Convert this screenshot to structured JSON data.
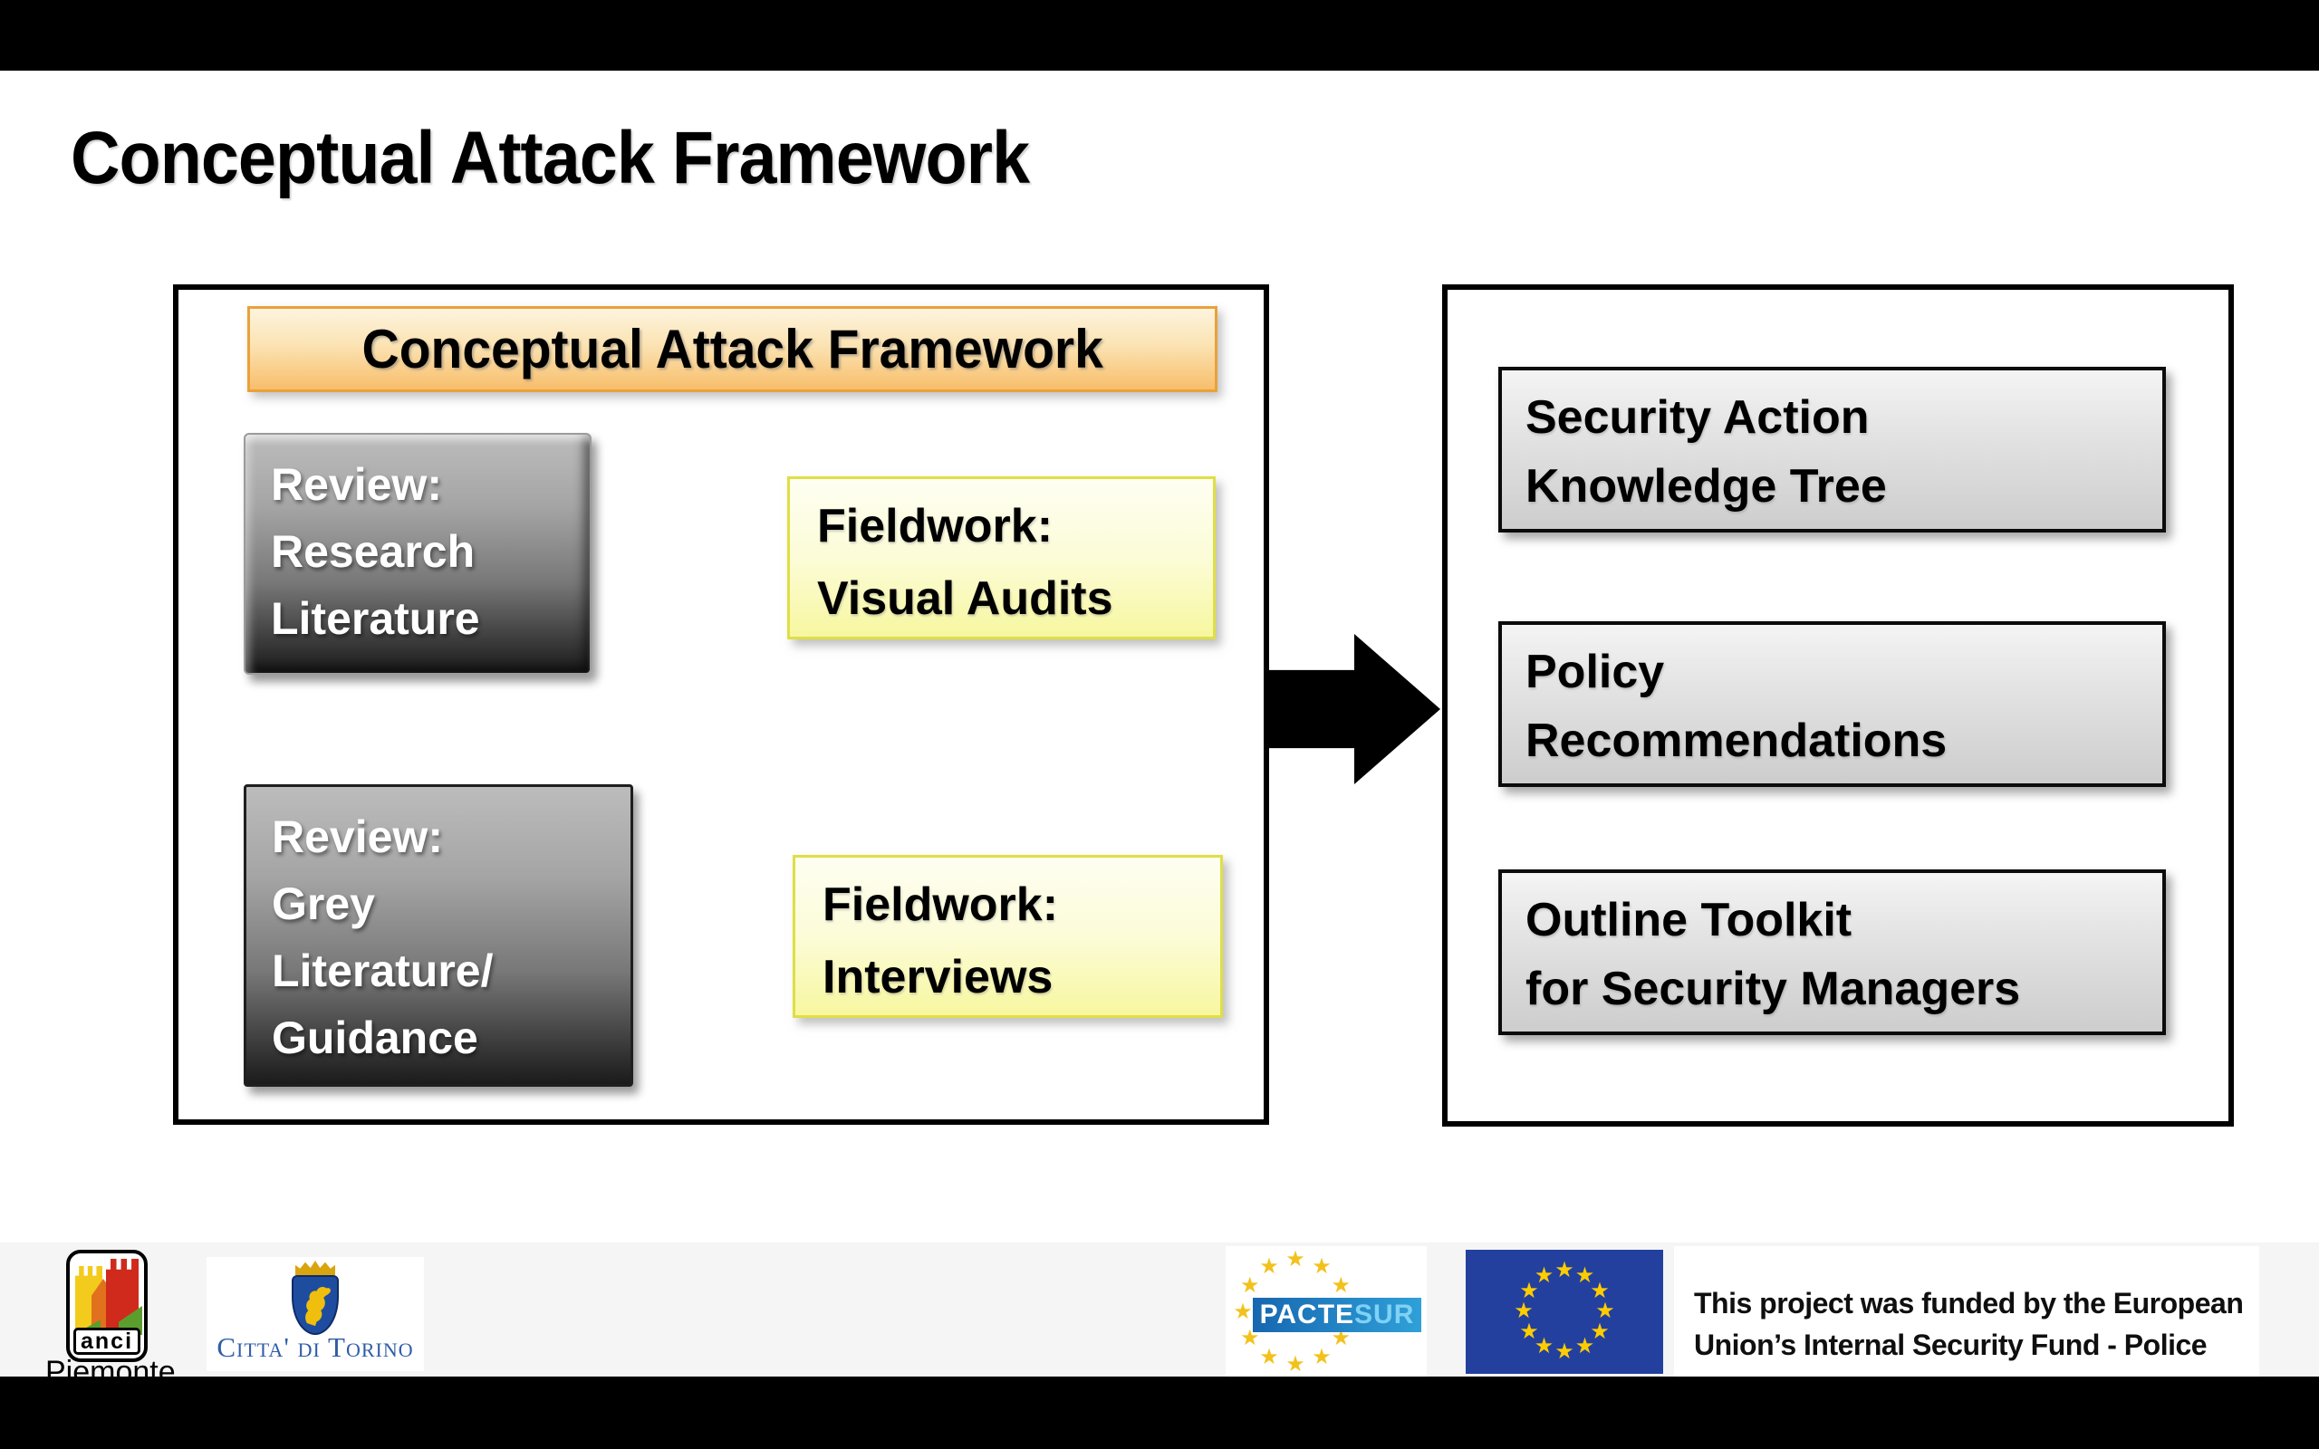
{
  "slide_title": "Conceptual Attack Framework",
  "diagram": {
    "header": "Conceptual Attack Framework",
    "inputs": {
      "review_research": "Review:\nResearch\nLiterature",
      "fieldwork_visual_audits": "Fieldwork:\nVisual Audits",
      "review_grey": "Review:\nGrey\nLiterature/\nGuidance",
      "fieldwork_interviews": "Fieldwork:\nInterviews"
    },
    "arrow_icon": "right-block-arrow",
    "outputs": {
      "knowledge_tree": "Security Action\nKnowledge Tree",
      "policy_recommendations": "Policy\nRecommendations",
      "outline_toolkit": "Outline Toolkit\nfor Security Managers"
    }
  },
  "footer": {
    "anci": {
      "label": "anci",
      "region": "Piemonte"
    },
    "torino": {
      "label": "Citta' di Torino"
    },
    "pactesur": {
      "name_left": "PACTE",
      "name_right": "SUR",
      "star_count": 12,
      "star_glyph": "★",
      "star_color": "#F2C21C"
    },
    "eu_flag": {
      "star_count": 12,
      "star_glyph": "★",
      "star_color": "#FFCC00",
      "flag_color": "#23409F"
    },
    "funding_text": "This project was funded by the European\nUnion’s Internal Security Fund - Police"
  },
  "colors": {
    "header_fill_top": "#FDF4DE",
    "header_fill_bottom": "#F8BE6B",
    "header_border": "#E9A13B",
    "review_fill_top": "#BCBCBC",
    "review_fill_bottom": "#1B1B1B",
    "fieldwork_fill_top": "#FEFEF2",
    "fieldwork_fill_bottom": "#F7F7A0",
    "fieldwork_border": "#DFDF45",
    "output_fill_top": "#F4F4F4",
    "output_fill_bottom": "#CDCDCD",
    "torino_blue": "#2F5DA8",
    "pactesur_banner_left": "#1767B0",
    "pactesur_banner_right": "#2FA0D8",
    "letterbox": "#000000"
  }
}
